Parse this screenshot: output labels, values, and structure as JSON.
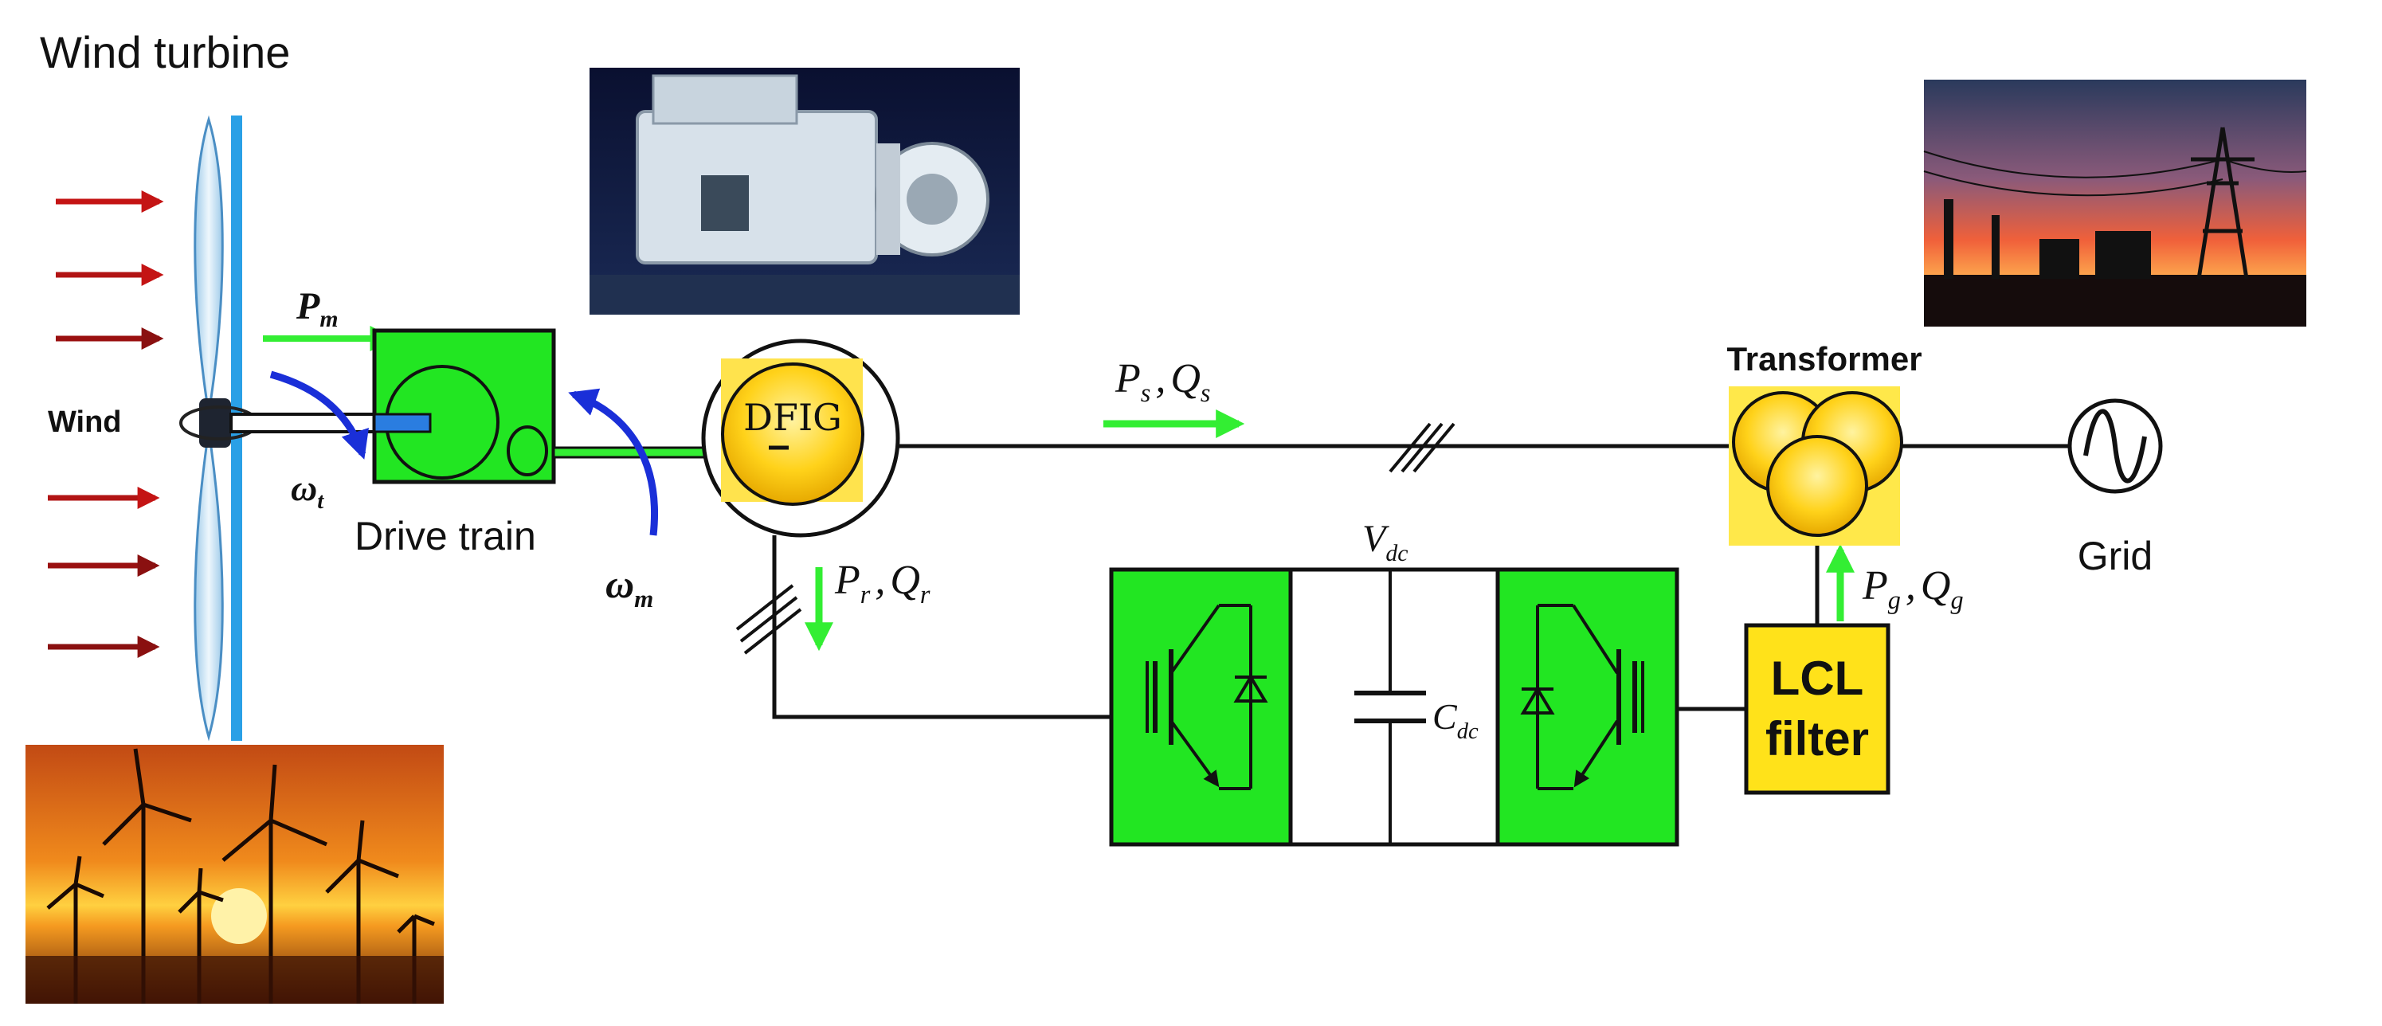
{
  "labels": {
    "wind_turbine": "Wind turbine",
    "wind": "Wind",
    "drive_train": "Drive train",
    "dfig": "DFIG",
    "transformer": "Transformer",
    "grid": "Grid",
    "lcl_line1": "LCL",
    "lcl_line2": "filter"
  },
  "math": {
    "pm": {
      "main": "P",
      "sub": "m"
    },
    "omega_t": {
      "main": "ω",
      "sub": "t"
    },
    "omega_m": {
      "main": "ω",
      "sub": "m"
    },
    "ps_qs": {
      "p": "P",
      "psub": "s",
      "sep": ",",
      "q": "Q",
      "qsub": "s"
    },
    "pr_qr": {
      "p": "P",
      "psub": "r",
      "sep": ",",
      "q": "Q",
      "qsub": "r"
    },
    "pg_qg": {
      "p": "P",
      "psub": "g",
      "sep": ",",
      "q": "Q",
      "qsub": "g"
    },
    "vdc": {
      "main": "V",
      "sub": "dc"
    },
    "cdc": {
      "main": "C",
      "sub": "dc"
    }
  },
  "colors": {
    "converter_green": "#22e622",
    "flow_arrow_green": "#33ee33",
    "rotation_arrow_blue": "#1a2fd8",
    "dfig_yellow": "#ffd21a",
    "transformer_yellow": "#ffe000",
    "lcl_yellow": "#ffe21a",
    "wind_arrow_red": "#c41414",
    "wind_arrow_darkred": "#8a1010",
    "turbine_blade_blue": "#cfe6f7",
    "tower_blue": "#2aa0e6"
  },
  "images": {
    "generator_photo": "generator-photo",
    "substation_photo": "substation-photo",
    "wind_farm_photo": "wind-farm-photo"
  }
}
